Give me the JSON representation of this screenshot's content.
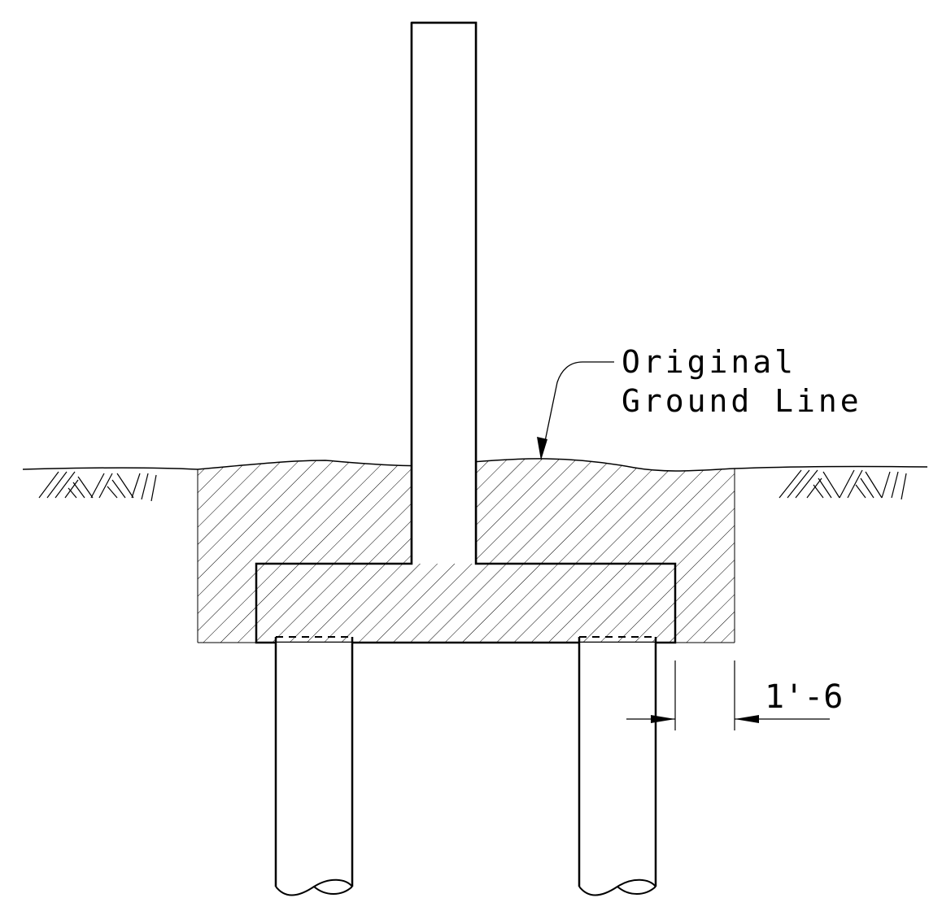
{
  "labels": {
    "ground_line_1": "Original",
    "ground_line_2": "Ground Line",
    "dimension": "1'-6"
  },
  "colors": {
    "line": "#000000",
    "background": "#ffffff"
  }
}
